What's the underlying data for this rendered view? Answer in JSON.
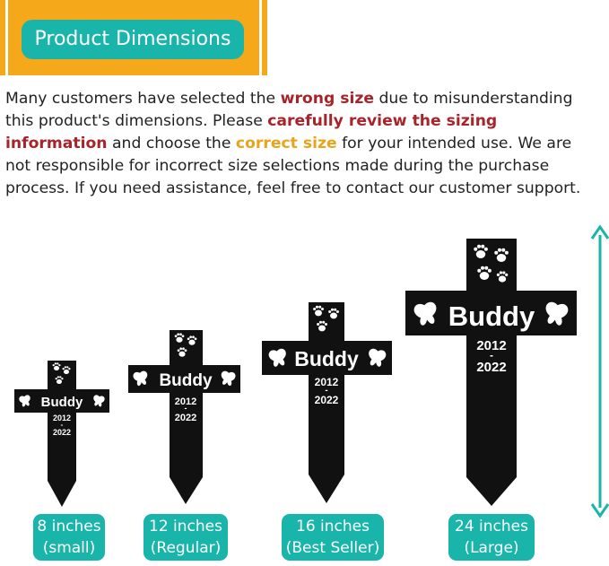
{
  "banner": {
    "title": "Product Dimensions"
  },
  "intro": {
    "t1": "Many customers have selected the ",
    "wrong_size": "wrong size",
    "t2": " due to misunderstanding this product's dimensions. Please ",
    "review": "carefully review the sizing information",
    "t3": " and choose the ",
    "correct_size": "correct size",
    "t4": " for your intended use. We are not responsible for incorrect size selections made during the purchase process. If you need assistance, feel free to contact our customer support."
  },
  "stakes": [
    {
      "name": "Buddy",
      "years_start": "2012",
      "dash": "-",
      "years_end": "2022",
      "size": "8 inches",
      "label": "(small)"
    },
    {
      "name": "Buddy",
      "years_start": "2012",
      "dash": "-",
      "years_end": "2022",
      "size": "12 inches",
      "label": "(Regular)"
    },
    {
      "name": "Buddy",
      "years_start": "2012",
      "dash": "-",
      "years_end": "2022",
      "size": "16 inches",
      "label": "(Best Seller)"
    },
    {
      "name": "Buddy",
      "years_start": "2012",
      "dash": "-",
      "years_end": "2022",
      "size": "24 inches",
      "label": "(Large)"
    }
  ],
  "colors": {
    "banner": "#f5a819",
    "accent": "#19b4aa",
    "red": "#a8232a",
    "gold": "#e8a41a",
    "stake": "#111111"
  },
  "icons": [
    "paw-icon",
    "butterfly-icon",
    "double-arrow-icon"
  ]
}
